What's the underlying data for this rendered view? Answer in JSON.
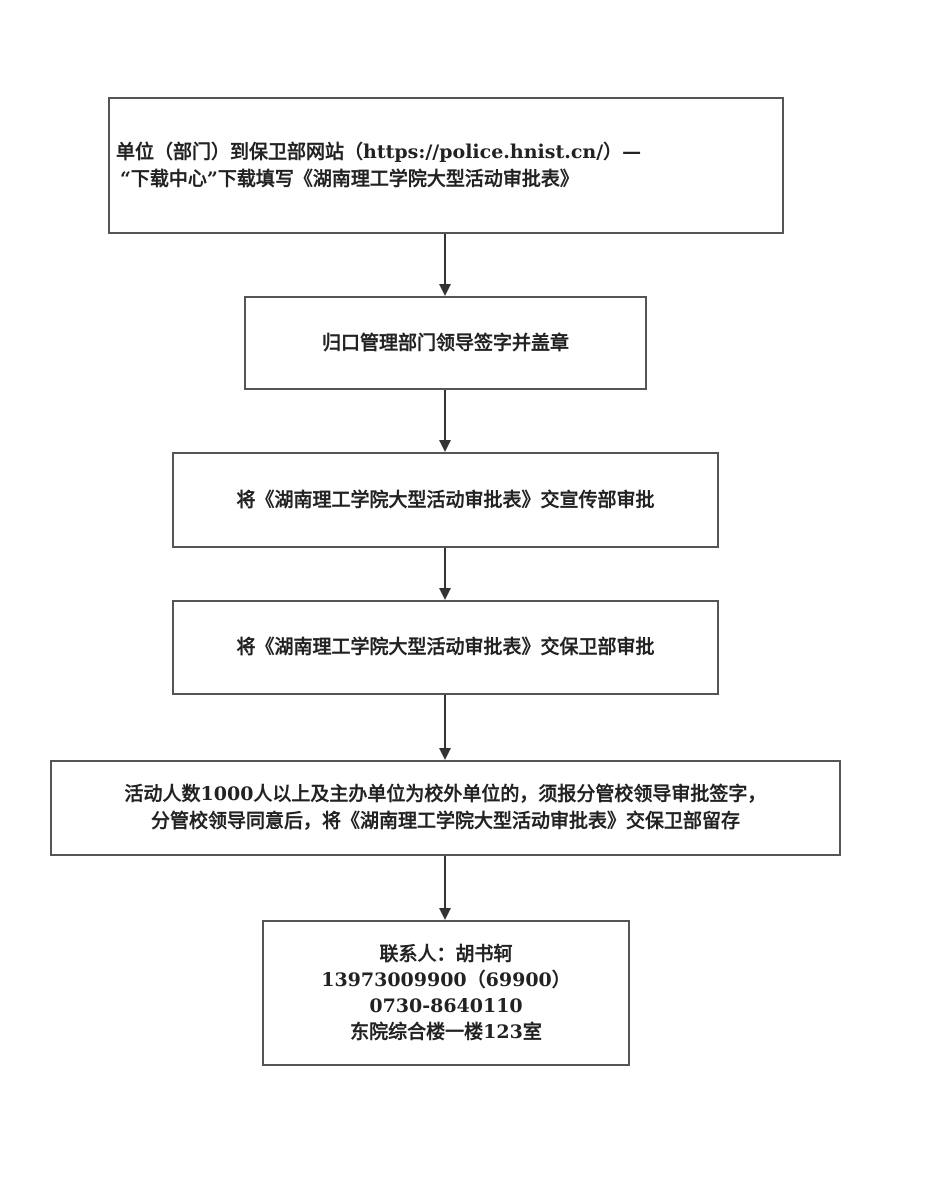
{
  "steps": [
    {
      "lines": [
        "单位（部门）到保卫部网站（https://police.hnist.cn/）—",
        "“下载中心”下载填写《湖南理工学院大型活动审批表》"
      ]
    },
    {
      "lines": [
        "归口管理部门领导签字并盖章"
      ]
    },
    {
      "lines": [
        "将《湖南理工学院大型活动审批表》交宣传部审批"
      ]
    },
    {
      "lines": [
        "将《湖南理工学院大型活动审批表》交保卫部审批"
      ]
    },
    {
      "lines": [
        "活动人数1000人以上及主办单位为校外单位的，须报分管校领导审批签字，",
        "分管校领导同意后，将《湖南理工学院大型活动审批表》交保卫部留存"
      ]
    },
    {
      "lines": [
        "联系人：胡书轲",
        "13973009900（69900）",
        "0730-8640110",
        "东院综合楼一楼123室"
      ]
    }
  ]
}
